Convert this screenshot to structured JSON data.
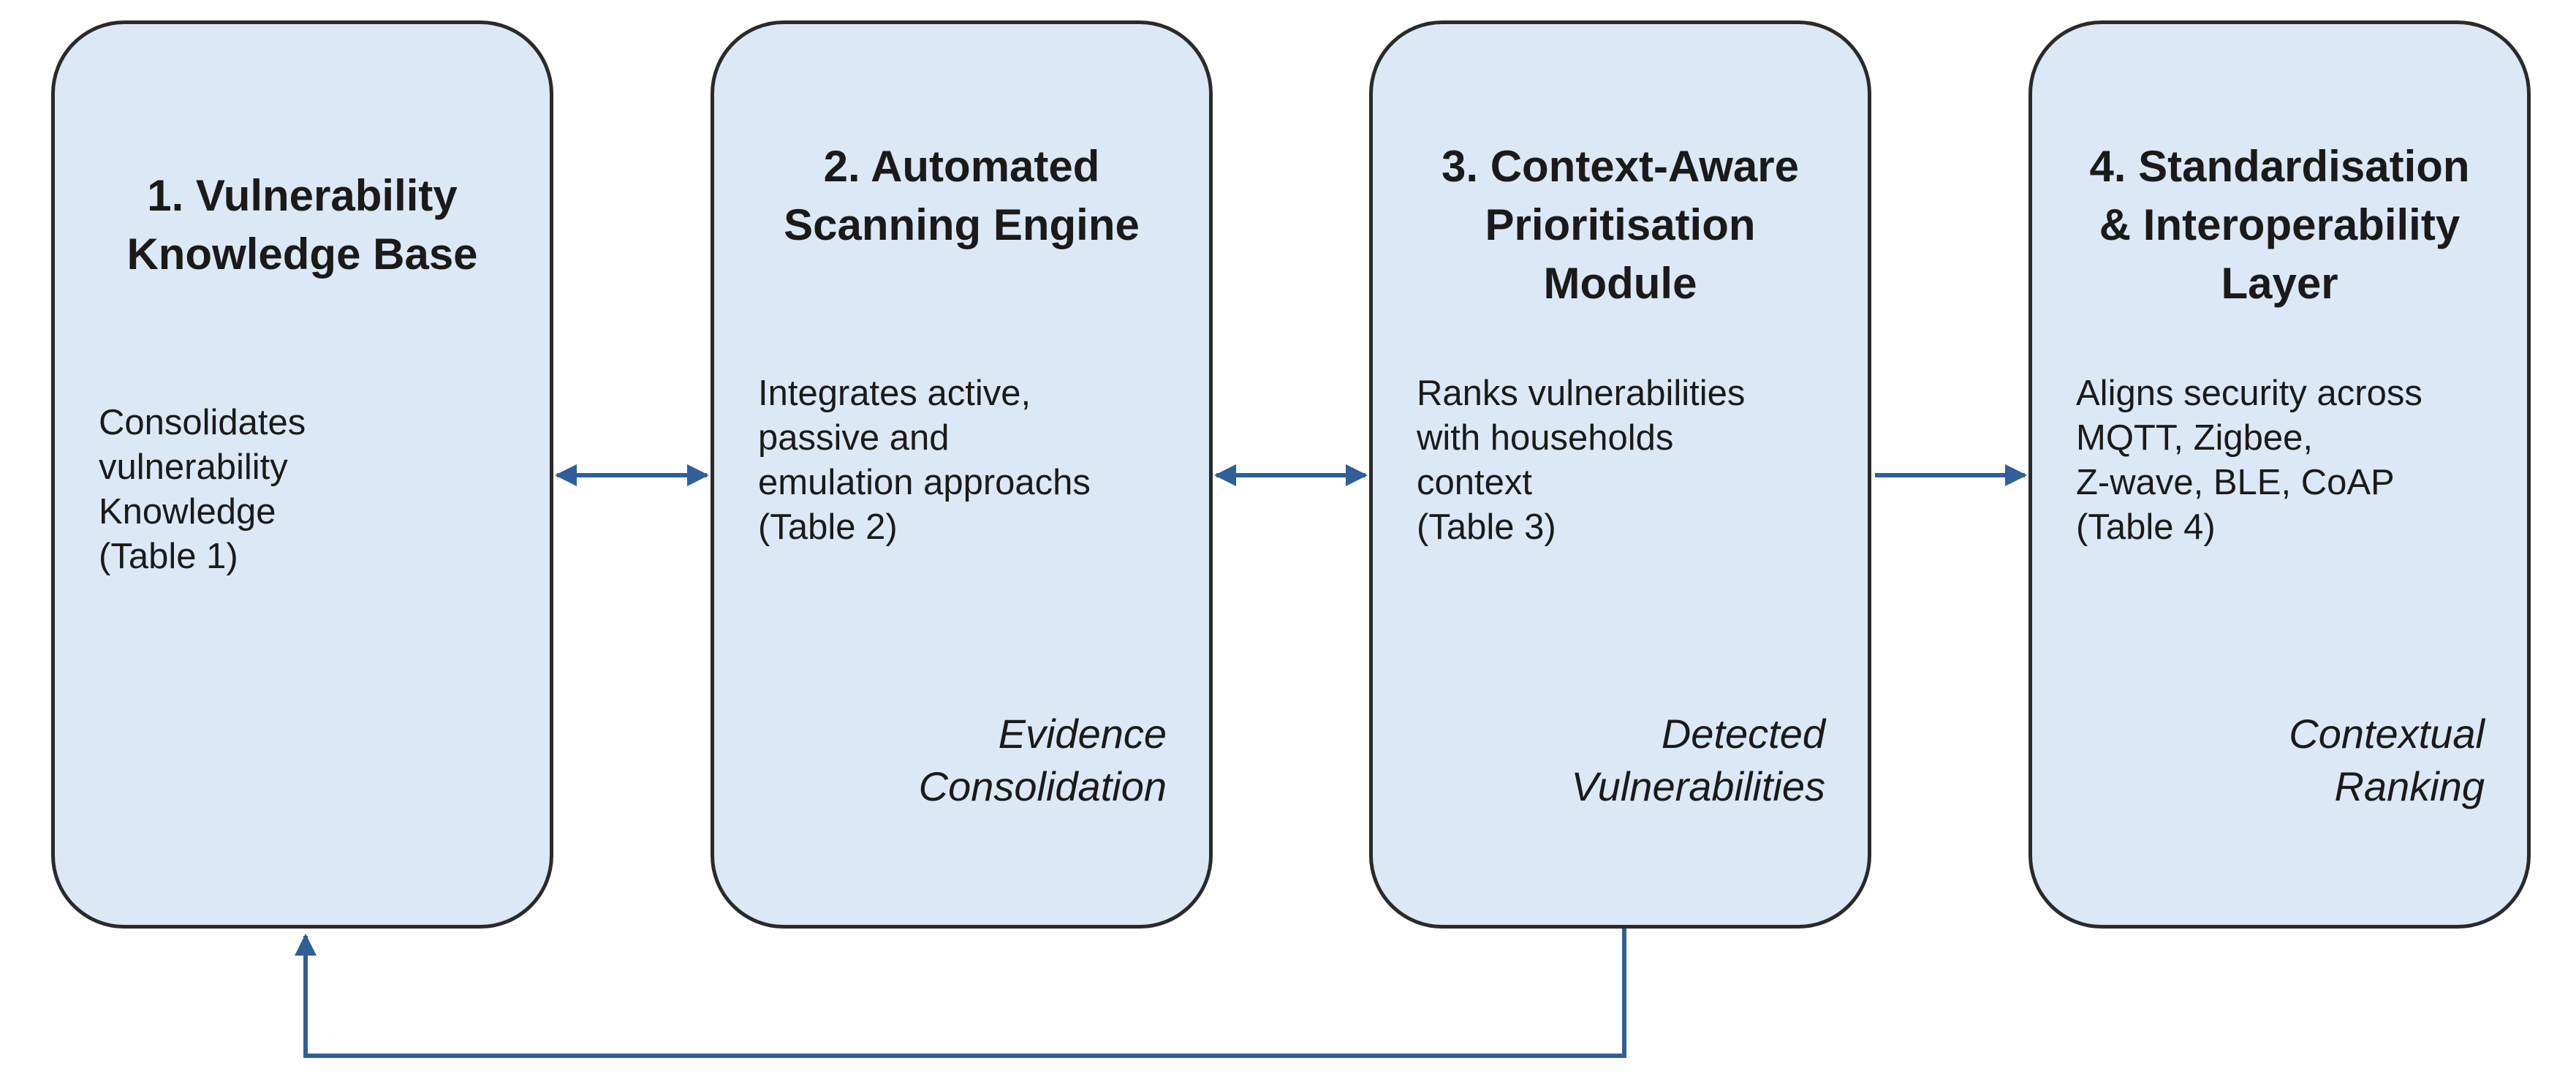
{
  "diagram": {
    "boxes": [
      {
        "title": "1. Vulnerability\nKnowledge Base",
        "description": "Consolidates\nvulnerability\nKnowledge\n(Table 1)",
        "tag": ""
      },
      {
        "title": "2. Automated\nScanning Engine",
        "description": "Integrates active,\npassive and\nemulation approachs\n(Table 2)",
        "tag": "Evidence\nConsolidation"
      },
      {
        "title": "3. Context-Aware\nPrioritisation\nModule",
        "description": "Ranks vulnerabilities\nwith households\ncontext\n(Table 3)",
        "tag": "Detected\nVulnerabilities"
      },
      {
        "title": "4. Standardisation\n& Interoperability\nLayer",
        "description": "Aligns security across\nMQTT, Zigbee,\nZ-wave, BLE, CoAP\n(Table 4)",
        "tag": "Contextual\nRanking"
      }
    ],
    "colors": {
      "box_fill": "#dce8f6",
      "box_border": "#2a2a2a",
      "arrow": "#2e5f98"
    }
  }
}
